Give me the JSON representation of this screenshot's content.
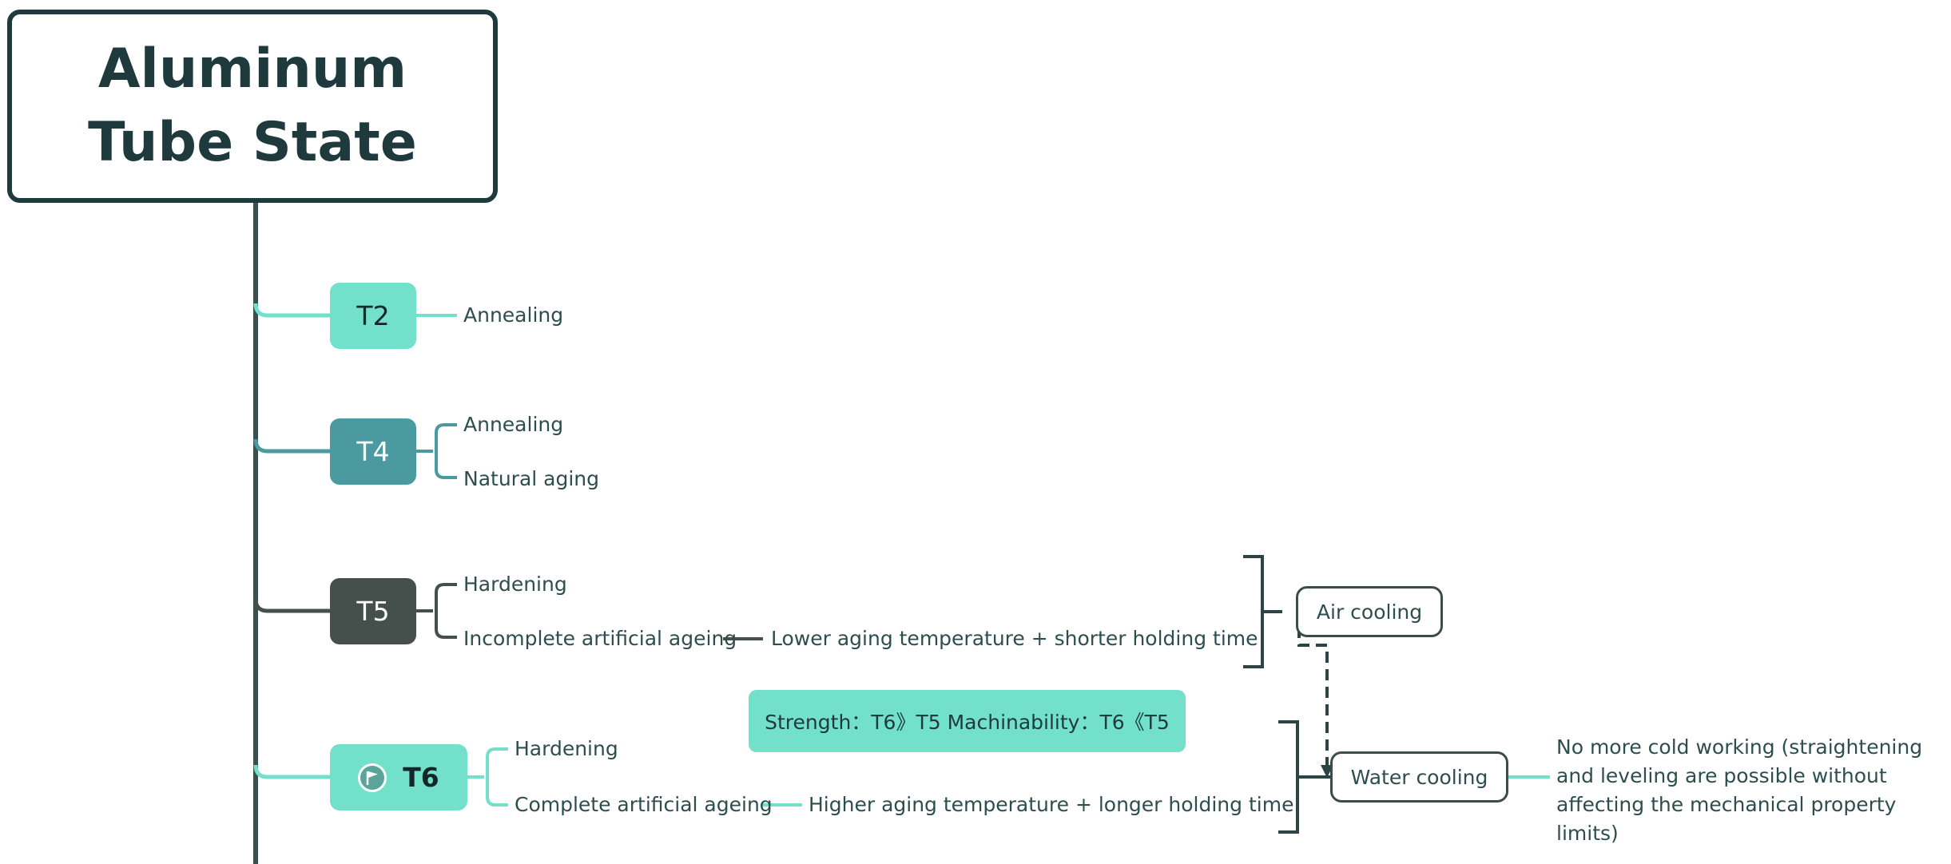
{
  "root": {
    "title": "Aluminum Tube State"
  },
  "states": {
    "t2": {
      "label": "T2",
      "items": [
        "Annealing"
      ]
    },
    "t4": {
      "label": "T4",
      "items": [
        "Annealing",
        "Natural aging"
      ]
    },
    "t5": {
      "label": "T5",
      "items": [
        "Hardening",
        "Incomplete artificial ageing"
      ],
      "detail": "Lower aging temperature + shorter holding time"
    },
    "t6": {
      "label": "T6",
      "items": [
        "Hardening",
        "Complete artificial ageing"
      ],
      "detail": "Higher aging temperature + longer holding time"
    }
  },
  "cooling": {
    "air": "Air cooling",
    "water": "Water cooling",
    "water_note": "No more cold working (straightening and leveling are possible without affecting the mechanical property limits)"
  },
  "comparison_note": "Strength：T6》T5  Machinability：T6《T5",
  "icons": {
    "t6_marker": "flag-icon"
  },
  "colors": {
    "trunk": "#3a5050",
    "t2": "#72e0cb",
    "t4": "#4a9aa0",
    "t5": "#454f4c",
    "t6": "#72e0cb",
    "text": "#2e4e4e"
  }
}
